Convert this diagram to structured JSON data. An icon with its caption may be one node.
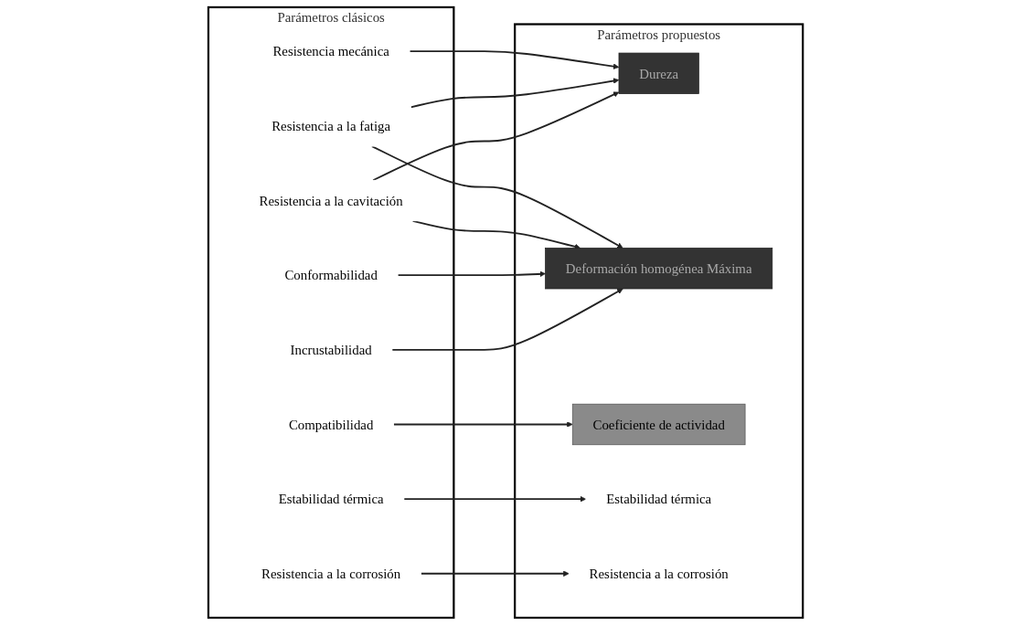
{
  "diagram": {
    "nodes": [
      {
        "text": [
          "Parámetros clásicos"
        ]
      },
      {
        "text": [
          "Resistencia mecánica"
        ],
        "in": 0
      },
      {
        "text": [
          "Resistencia a la fatiga"
        ],
        "in": 0
      },
      {
        "text": [
          "Resistencia a la cavitación"
        ],
        "in": 0
      },
      {
        "text": [
          "Conformabilidad"
        ],
        "in": 0
      },
      {
        "text": [
          "Incrustabilidad"
        ],
        "in": 0
      },
      {
        "text": [
          "Compatibilidad"
        ],
        "in": 0
      },
      {
        "text": [
          "Estabilidad térmica"
        ],
        "in": 0
      },
      {
        "text": [
          "Resistencia a la corrosión"
        ],
        "in": 0
      },
      {
        "text": [
          "Parámetros propuestos"
        ]
      },
      {
        "text": [
          "Dureza"
        ],
        "in": 9
      },
      {
        "text": [
          "Deformación homogénea Máxima"
        ],
        "in": 9
      },
      {
        "text": [
          "Coeficiente de actividad"
        ],
        "in": 9
      },
      {
        "text": [
          "Estabilidad térmica"
        ],
        "in": 9
      },
      {
        "text": [
          "Resistencia a la corrosión"
        ],
        "in": 9
      }
    ],
    "edges": [
      {
        "from": 1,
        "to": 10,
        "arrow": "to"
      },
      {
        "from": 2,
        "to": 10,
        "arrow": "to"
      },
      {
        "from": 2,
        "to": 11,
        "arrow": "to"
      },
      {
        "from": 3,
        "to": 10,
        "arrow": "to"
      },
      {
        "from": 3,
        "to": 11,
        "arrow": "to"
      },
      {
        "from": 4,
        "to": 11,
        "arrow": "to"
      },
      {
        "from": 5,
        "to": 11,
        "arrow": "to"
      },
      {
        "from": 6,
        "to": 12,
        "arrow": "to"
      },
      {
        "from": 7,
        "to": 13,
        "arrow": "to"
      },
      {
        "from": 8,
        "to": 14,
        "arrow": "to"
      }
    ]
  }
}
